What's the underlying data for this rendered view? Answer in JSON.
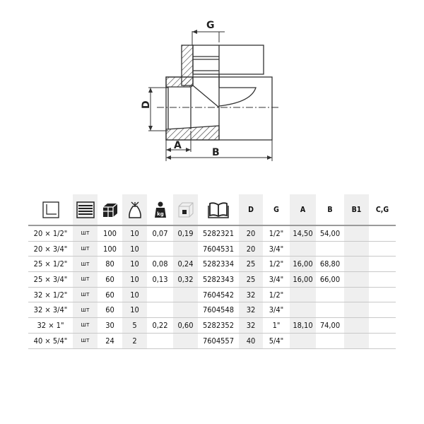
{
  "drawing": {
    "labels": {
      "g": "G",
      "d": "D",
      "a": "A",
      "b": "B"
    }
  },
  "table": {
    "icons": [
      "dimension-icon",
      "package-icon",
      "boxes-icon",
      "bag-icon",
      "weight-icon",
      "volume-icon",
      "catalog-icon"
    ],
    "weight_label": "kg",
    "headers": [
      "D",
      "G",
      "A",
      "B",
      "B1",
      "C,G"
    ],
    "rows": [
      [
        "20 × 1/2\"",
        "шт",
        "100",
        "10",
        "0,07",
        "0,19",
        "5282321",
        "20",
        "1/2\"",
        "14,50",
        "54,00",
        "",
        ""
      ],
      [
        "20 × 3/4\"",
        "шт",
        "100",
        "10",
        "",
        "",
        "7604531",
        "20",
        "3/4\"",
        "",
        "",
        "",
        ""
      ],
      [
        "25 × 1/2\"",
        "шт",
        "80",
        "10",
        "0,08",
        "0,24",
        "5282334",
        "25",
        "1/2\"",
        "16,00",
        "68,80",
        "",
        ""
      ],
      [
        "25 × 3/4\"",
        "шт",
        "60",
        "10",
        "0,13",
        "0,32",
        "5282343",
        "25",
        "3/4\"",
        "16,00",
        "66,00",
        "",
        ""
      ],
      [
        "32 × 1/2\"",
        "шт",
        "60",
        "10",
        "",
        "",
        "7604542",
        "32",
        "1/2\"",
        "",
        "",
        "",
        ""
      ],
      [
        "32 × 3/4\"",
        "шт",
        "60",
        "10",
        "",
        "",
        "7604548",
        "32",
        "3/4\"",
        "",
        "",
        "",
        ""
      ],
      [
        "32 × 1\"",
        "шт",
        "30",
        "5",
        "0,22",
        "0,60",
        "5282352",
        "32",
        "1\"",
        "18,10",
        "74,00",
        "",
        ""
      ],
      [
        "40 × 5/4\"",
        "шт",
        "24",
        "2",
        "",
        "",
        "7604557",
        "40",
        "5/4\"",
        "",
        "",
        "",
        ""
      ]
    ]
  }
}
